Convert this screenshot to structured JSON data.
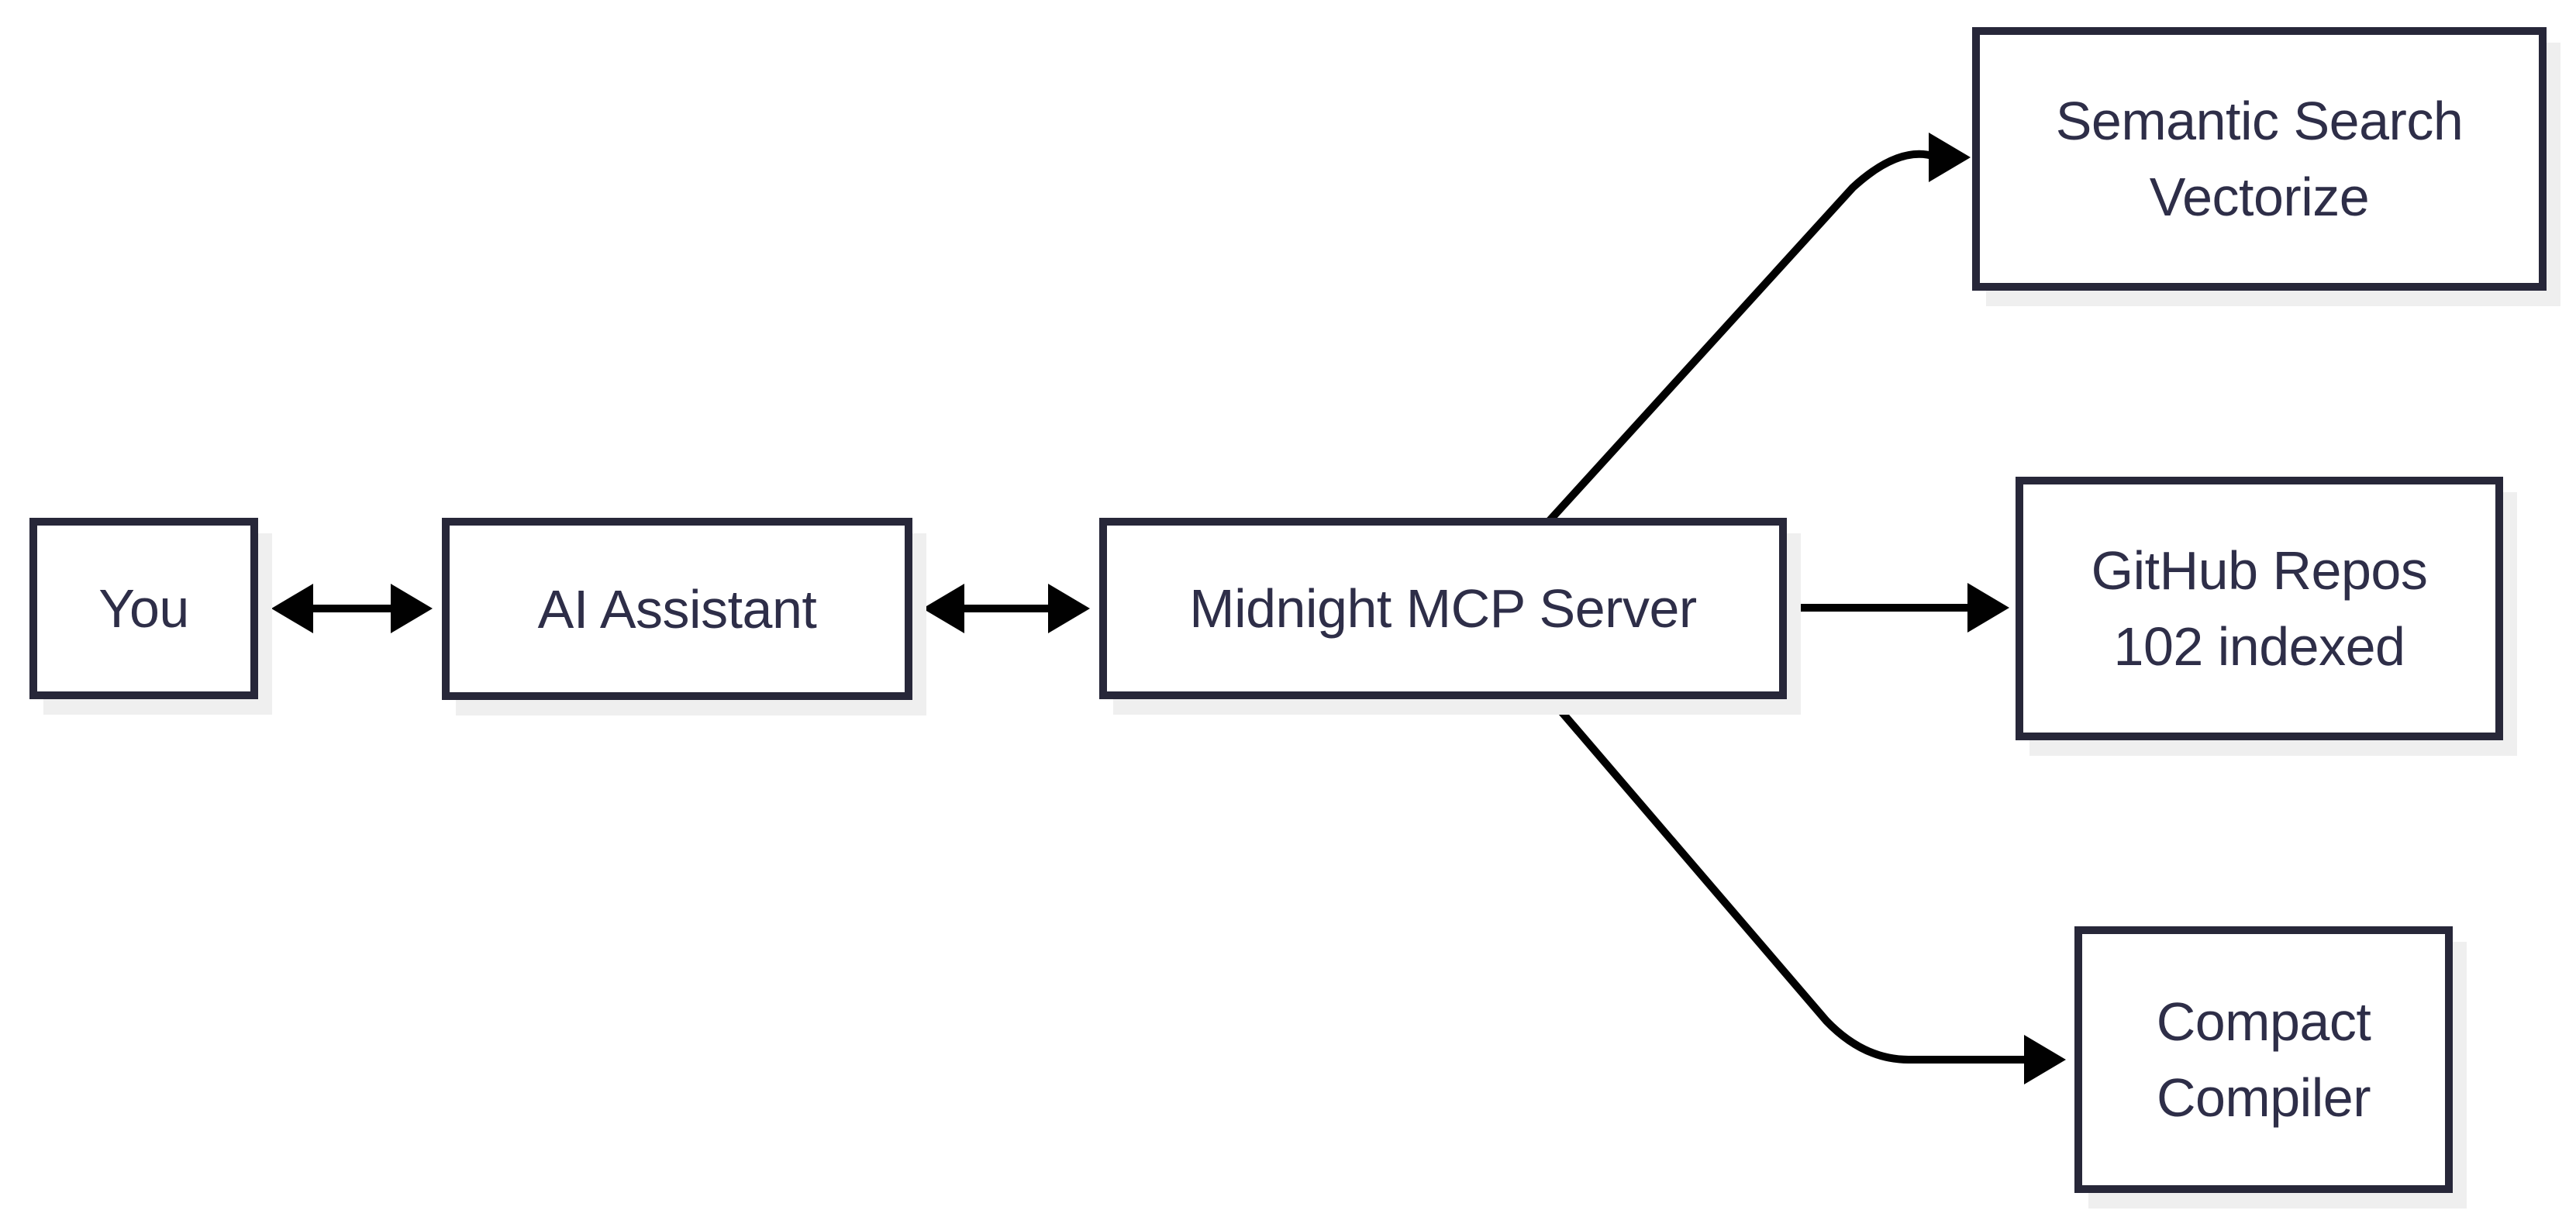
{
  "diagram": {
    "type": "flowchart",
    "background": "white",
    "colors": {
      "background": "#ffffff",
      "node_fill": "#ffffff",
      "node_border": "#272739",
      "node_text": "#2e2e48",
      "edge": "#010101",
      "shadow": "#efefef"
    },
    "nodes": {
      "you": {
        "lines": [
          "You"
        ]
      },
      "ai": {
        "lines": [
          "AI Assistant"
        ]
      },
      "mcp": {
        "lines": [
          "Midnight MCP Server"
        ]
      },
      "semantic": {
        "lines": [
          "Semantic Search",
          "Vectorize"
        ]
      },
      "github": {
        "lines": [
          "GitHub Repos",
          "102 indexed"
        ]
      },
      "compiler": {
        "lines": [
          "Compact",
          "Compiler"
        ]
      }
    },
    "edges": [
      {
        "from": "You",
        "to": "AI Assistant",
        "style": "bidirectional-arrow"
      },
      {
        "from": "AI Assistant",
        "to": "Midnight MCP Server",
        "style": "bidirectional-arrow"
      },
      {
        "from": "Midnight MCP Server",
        "to": "Semantic Search Vectorize",
        "style": "arrow"
      },
      {
        "from": "Midnight MCP Server",
        "to": "GitHub Repos 102 indexed",
        "style": "arrow"
      },
      {
        "from": "Midnight MCP Server",
        "to": "Compact Compiler",
        "style": "arrow"
      }
    ]
  }
}
